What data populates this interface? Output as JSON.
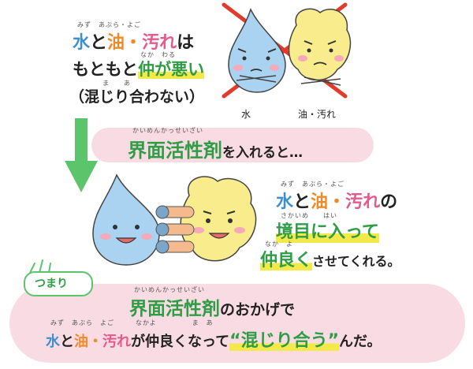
{
  "top": {
    "ruby1": "みず　あぶら・よご",
    "line1": {
      "water": "水",
      "to": "と",
      "oil": "油",
      "dot": "・",
      "dirt": "汚れ",
      "wa": "は"
    },
    "ruby2": "なか　わる",
    "line2": {
      "pre": "もともと",
      "key": "仲が悪い"
    },
    "ruby3": "ま　　あ",
    "line3": "（混じり合わない）",
    "label_water": "水",
    "label_oil": "油・汚れ"
  },
  "banner1": {
    "ruby": "かいめんかっせいざい",
    "key": "界面活性剤",
    "rest": "を入れると…"
  },
  "middle": {
    "ruby1": "みず　あぶら・よご",
    "line1": {
      "water": "水",
      "to": "と",
      "oil": "油",
      "dot": "・",
      "dirt": "汚れ",
      "no": "の"
    },
    "ruby2": "さかいめ　　はい",
    "line2": "境目に入って",
    "ruby3": "なか　よ",
    "line3": {
      "key": "仲良く",
      "rest": "させてくれる。"
    }
  },
  "banner2": {
    "tag": "つまり",
    "ruby1": "かいめんかっせいざい",
    "line1": {
      "key": "界面活性剤",
      "rest": "のおかげで"
    },
    "ruby2": "みず　あぶら　よご　　　なかよ　　　　　ま　あ",
    "line2": {
      "water": "水",
      "to": "と",
      "oil": "油",
      "dot": "・",
      "dirt": "汚れ",
      "ga": "が仲良くなって",
      "quote": "“混じり合う”",
      "end": "んだ。"
    }
  },
  "colors": {
    "water": "#3f8fd0",
    "oil": "#ee8a2a",
    "dirt": "#e45a8a",
    "key": "#2e9d45",
    "banner": "#f9dbe3",
    "highlight": "#f3ea4a",
    "arrow": "#5cc46a",
    "cross": "#e23b2b"
  }
}
